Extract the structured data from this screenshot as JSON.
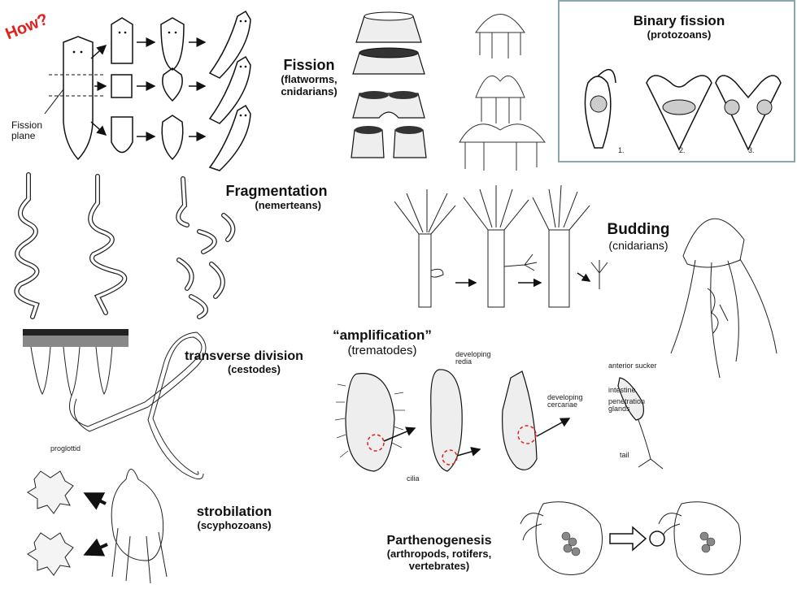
{
  "how": "How?",
  "fission_plane": [
    "Fission",
    "plane"
  ],
  "fission": {
    "title": "Fission",
    "sub": "(flatworms,\ncnidarians)"
  },
  "binary": {
    "title": "Binary fission",
    "sub": "(protozoans)",
    "steps": [
      "1.",
      "2.",
      "3."
    ]
  },
  "fragmentation": {
    "title": "Fragmentation",
    "sub": "(nemerteans)"
  },
  "budding": {
    "title": "Budding",
    "sub": "(cnidarians)"
  },
  "transverse": {
    "title": "transverse division",
    "sub": "(cestodes)",
    "proglottid": "proglottid"
  },
  "amplification": {
    "title": "“amplification”",
    "sub": "(trematodes)",
    "developing_redia": "developing\nredia",
    "cilia": "cilia",
    "developing_cercariae": "developing\ncercariae",
    "anterior_sucker": "anterior sucker",
    "intestine": "intestine",
    "penetration_glands": "penetration\nglands",
    "tail": "tail"
  },
  "strobilation": {
    "title": "strobilation",
    "sub": "(scyphozoans)"
  },
  "parthenogenesis": {
    "title": "Parthenogenesis",
    "sub": "(arthropods, rotifers,\nvertebrates)"
  },
  "colors": {
    "how": "#e0201b",
    "box_border": "#8aa6a8",
    "dashed_circles": "#dd2222"
  }
}
